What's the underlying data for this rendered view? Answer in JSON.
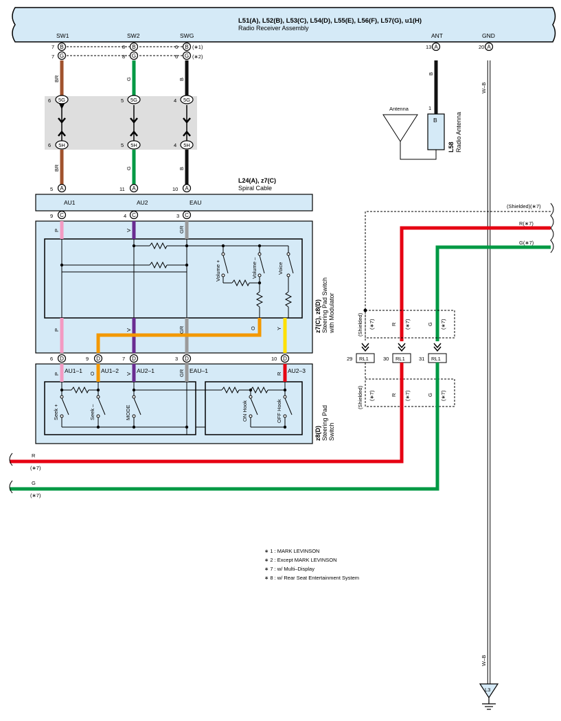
{
  "colors": {
    "brown": "#a0522d",
    "green": "#009944",
    "black": "#111111",
    "pink": "#f39ac2",
    "violet": "#6a2c91",
    "gray": "#9a9a9a",
    "orange": "#f39800",
    "yellow": "#ffe000",
    "red": "#e60012",
    "box_fill": "#d5eaf7",
    "shade": "#dedede"
  },
  "radio": {
    "connectors": "L51(A), L52(B), L53(C), L54(D), L55(E), L56(F), L57(G), u1(H)",
    "name": "Radio Receiver Assembly",
    "terminals": [
      "SW1",
      "SW2",
      "SWG",
      "ANT",
      "GND"
    ],
    "pins_b": [
      "7",
      "8",
      "6"
    ],
    "pins_g": [
      "7",
      "8",
      "6"
    ],
    "pin_ant": "13",
    "pin_gnd": "20",
    "note1": "(∗1)",
    "note2": "(∗2)"
  },
  "wire_codes": {
    "br": "BR",
    "g": "G",
    "b": "B",
    "p": "P",
    "v": "V",
    "gr": "GR",
    "o": "O",
    "y": "Y",
    "r": "R",
    "wb": "W–B"
  },
  "joints": {
    "codes": [
      "5G",
      "5H"
    ],
    "pins": [
      "6",
      "5",
      "4"
    ]
  },
  "connector_letters": {
    "a": "A",
    "b": "B",
    "c": "C",
    "d": "D",
    "g": "G"
  },
  "antenna": {
    "label": "Antenna",
    "pin": "1",
    "terminal": "B",
    "code": "L58",
    "name": "Radio Antenna"
  },
  "spiral": {
    "code": "L24(A), z7(C)",
    "name": "Spiral Cable",
    "pins_a": [
      "5",
      "11",
      "10"
    ],
    "terminals": [
      "AU1",
      "AU2",
      "EAU"
    ],
    "pins_c": [
      "9",
      "4",
      "3"
    ]
  },
  "modulator": {
    "code": "z7(C), z8(D)",
    "name_line1": "Steering Pad Switch",
    "name_line2": "with Modulator",
    "switches": [
      "Volume +",
      "Volume –",
      "Voice"
    ]
  },
  "pad": {
    "code": "z8(D)",
    "name_line1": "Steering Pad",
    "name_line2": "Switch",
    "pins_d": [
      "6",
      "9",
      "7",
      "3",
      "10"
    ],
    "terminals": [
      "AU1–1",
      "AU1–2",
      "AU2–1",
      "EAU–1",
      "AU2–3"
    ],
    "switches": [
      "Seek +",
      "Seek –",
      "MODE",
      "ON Hook",
      "OFF Hook"
    ]
  },
  "shielded": {
    "top_label": "(Shielded)(∗7)",
    "label": "(Shielded)",
    "note": "(∗7)",
    "r_note": "R(∗7)",
    "g_note": "G(∗7)"
  },
  "relay": {
    "code": "RL1",
    "pins": [
      "29",
      "30",
      "31"
    ]
  },
  "ground": {
    "code": "L3"
  },
  "notes": [
    "∗ 1 : MARK LEVINSON",
    "∗ 2 : Except MARK LEVINSON",
    "∗ 7 : w/ Multi–Display",
    "∗ 8 : w/ Rear Seat Entertainment System"
  ]
}
